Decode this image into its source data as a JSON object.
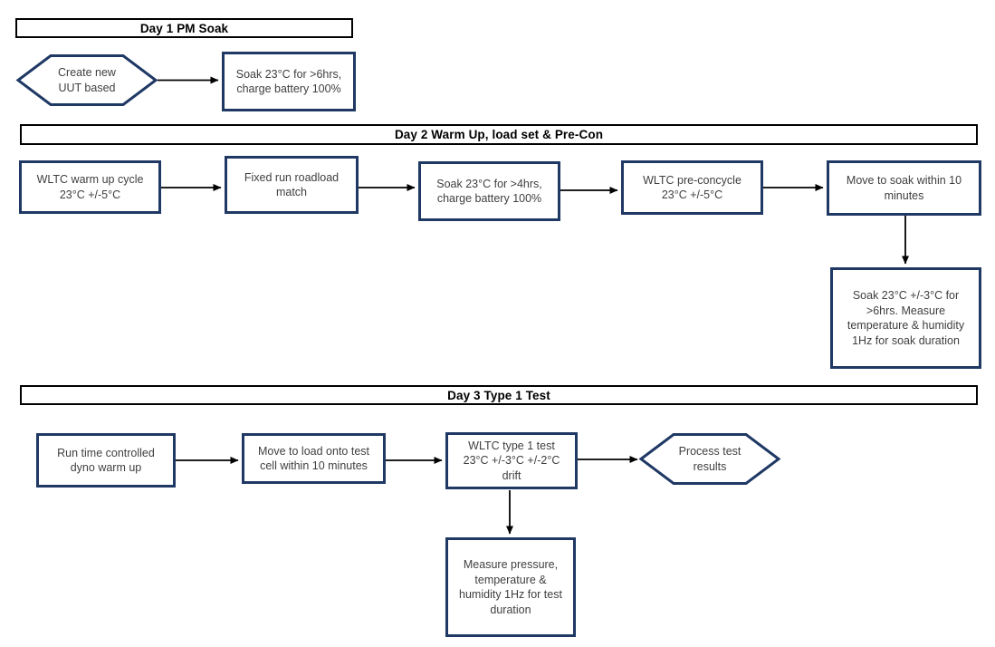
{
  "diagram": {
    "type": "flowchart",
    "colors": {
      "background": "#ffffff",
      "node_border": "#1f3864",
      "section_border": "#000000",
      "node_text": "#3f3f3f",
      "title_text": "#000000",
      "arrow": "#000000"
    },
    "sections": {
      "day1": {
        "title": "Day 1 PM Soak"
      },
      "day2": {
        "title": "Day 2 Warm Up, load set & Pre-Con"
      },
      "day3": {
        "title": "Day 3 Type 1 Test"
      }
    },
    "nodes": {
      "day1_create_uut": {
        "shape": "hexagon",
        "label": "Create new UUT based"
      },
      "day1_soak": {
        "shape": "process",
        "label": "Soak 23°C for >6hrs, charge battery 100%"
      },
      "day2_wltc_warmup": {
        "shape": "process",
        "label": "WLTC warm up cycle 23°C +/-5°C"
      },
      "day2_fixed_run": {
        "shape": "process",
        "label": "Fixed run roadload match"
      },
      "day2_soak_4hrs": {
        "shape": "process",
        "label": "Soak 23°C for >4hrs, charge battery 100%"
      },
      "day2_wltc_precon": {
        "shape": "process",
        "label": "WLTC pre-concycle 23°C +/-5°C"
      },
      "day2_move_soak": {
        "shape": "process",
        "label": "Move to soak within 10 minutes"
      },
      "day2_soak_measure": {
        "shape": "process",
        "label": "Soak 23°C +/-3°C for >6hrs. Measure temperature & humidity 1Hz for soak duration"
      },
      "day3_dyno_warmup": {
        "shape": "process",
        "label": "Run time controlled dyno warm up"
      },
      "day3_move_load": {
        "shape": "process",
        "label": "Move to load onto test cell within 10 minutes"
      },
      "day3_wltc_type1": {
        "shape": "process",
        "label": "WLTC type 1 test 23°C +/-3°C +/-2°C drift"
      },
      "day3_process_results": {
        "shape": "hexagon",
        "label": "Process test results"
      },
      "day3_measure": {
        "shape": "process",
        "label": "Measure pressure, temperature & humidity 1Hz for test duration"
      }
    }
  }
}
